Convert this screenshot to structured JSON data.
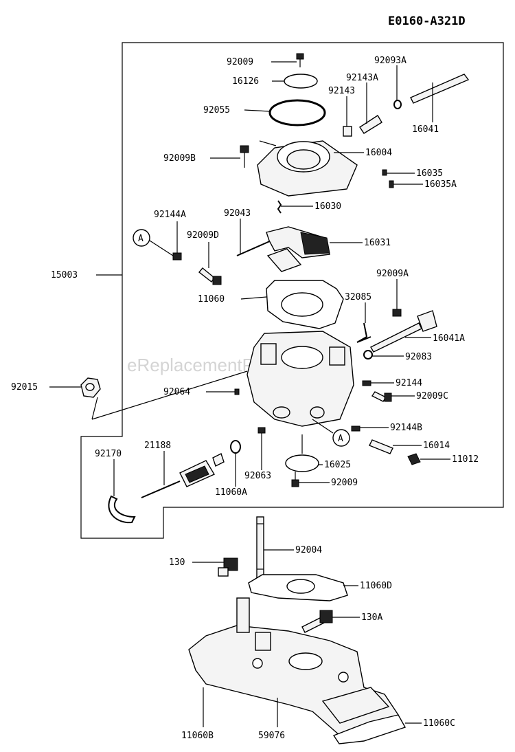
{
  "diagram_code": "E0160-A321D",
  "watermark": "eReplacementParts.com",
  "ref_marker": "A",
  "parts": {
    "p92009": "92009",
    "p16126": "16126",
    "p92055": "92055",
    "p92093A": "92093A",
    "p92143A": "92143A",
    "p92143": "92143",
    "p16041": "16041",
    "p16004": "16004",
    "p92009B": "92009B",
    "p16035": "16035",
    "p16035A": "16035A",
    "p92144A": "92144A",
    "p92043": "92043",
    "p16030": "16030",
    "p92009D": "92009D",
    "p16031": "16031",
    "p15003": "15003",
    "p92009A": "92009A",
    "p11060": "11060",
    "p32085": "32085",
    "p16041A": "16041A",
    "p92083": "92083",
    "p92015": "92015",
    "p92144": "92144",
    "p92064": "92064",
    "p92009C": "92009C",
    "p92144B": "92144B",
    "p21188": "21188",
    "p92170": "92170",
    "p16014": "16014",
    "p11012": "11012",
    "p16025": "16025",
    "p92063": "92063",
    "p92009_2": "92009",
    "p11060A": "11060A",
    "p92004": "92004",
    "p130": "130",
    "p11060D": "11060D",
    "p130A": "130A",
    "p11060B": "11060B",
    "p59076": "59076",
    "p11060C": "11060C"
  }
}
